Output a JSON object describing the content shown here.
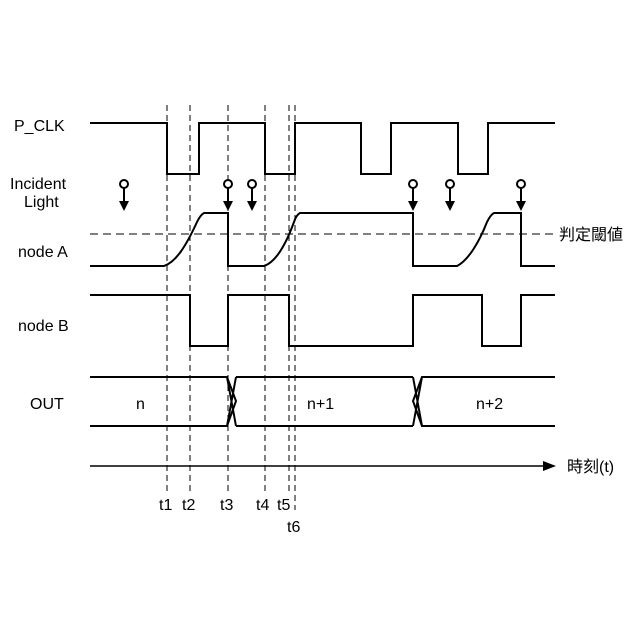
{
  "signals": {
    "p_clk": "P_CLK",
    "incident_light": [
      "Incident",
      "Light"
    ],
    "node_a": "node A",
    "node_b": "node B",
    "out": "OUT"
  },
  "threshold_label": "判定閾値",
  "time_axis_label": "時刻(t)",
  "time_markers": [
    "t1",
    "t2",
    "t3",
    "t4",
    "t5",
    "t6"
  ],
  "out_values": [
    "n",
    "n+1",
    "n+2"
  ]
}
